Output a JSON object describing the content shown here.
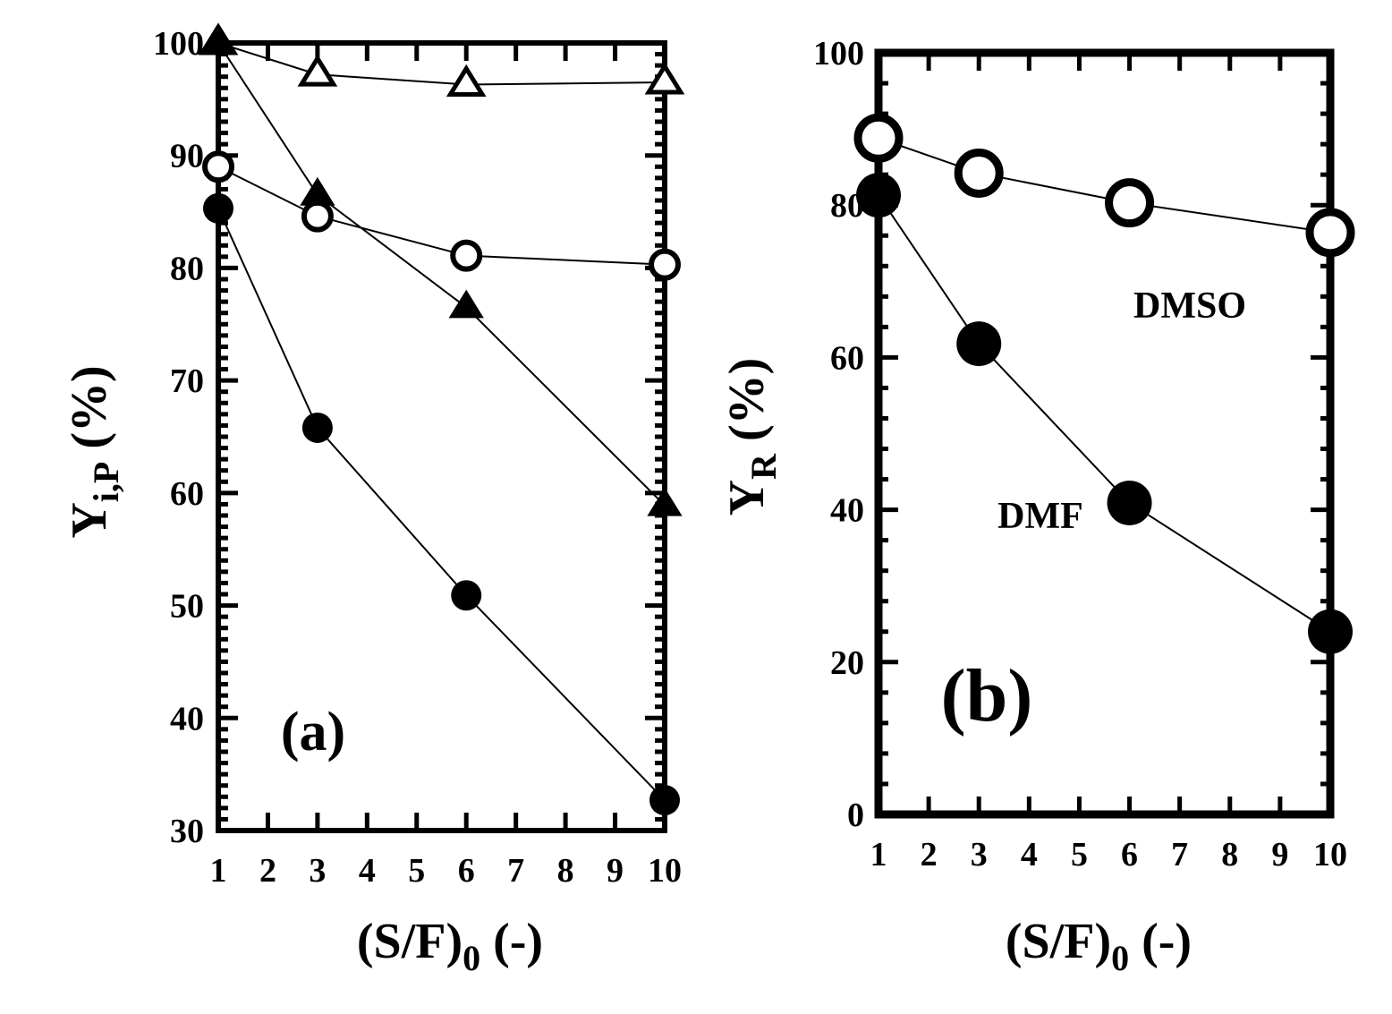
{
  "chart_data": [
    {
      "type": "line",
      "panel_label": "(a)",
      "xlabel": {
        "main": "(S/F)",
        "sub": "0",
        "tail": " (-)"
      },
      "ylabel": {
        "main": "Y",
        "sub": "i,P",
        "tail": " (%)"
      },
      "xlim": [
        1,
        10
      ],
      "ylim": [
        30,
        100
      ],
      "xticks": [
        1,
        2,
        3,
        4,
        5,
        6,
        7,
        8,
        9,
        10
      ],
      "yticks": [
        30,
        40,
        50,
        60,
        70,
        80,
        90,
        100
      ],
      "grid": false,
      "series": [
        {
          "marker": "triangle-open",
          "x": [
            1,
            3,
            6,
            10
          ],
          "y": [
            100,
            97.2,
            96.3,
            96.5
          ]
        },
        {
          "marker": "circle-open",
          "x": [
            1,
            3,
            6,
            10
          ],
          "y": [
            89,
            84.6,
            81.1,
            80.3
          ]
        },
        {
          "marker": "triangle-filled",
          "x": [
            1,
            3,
            6,
            10
          ],
          "y": [
            100,
            86.5,
            76.5,
            58.9
          ]
        },
        {
          "marker": "circle-filled",
          "x": [
            1,
            3,
            6,
            10
          ],
          "y": [
            85.3,
            65.8,
            50.9,
            32.7
          ]
        }
      ]
    },
    {
      "type": "line",
      "panel_label": "(b)",
      "xlabel": {
        "main": "(S/F)",
        "sub": "0",
        "tail": " (-)"
      },
      "ylabel": {
        "main": "Y",
        "sub": "R",
        "tail": " (%)"
      },
      "xlim": [
        1,
        10
      ],
      "ylim": [
        0,
        100
      ],
      "xticks": [
        1,
        2,
        3,
        4,
        5,
        6,
        7,
        8,
        9,
        10
      ],
      "yticks": [
        0,
        20,
        40,
        60,
        80,
        100
      ],
      "grid": false,
      "series": [
        {
          "name": "DMSO",
          "marker": "circle-open",
          "x": [
            1,
            3,
            6,
            10
          ],
          "y": [
            88.8,
            84.2,
            80.3,
            76.4
          ]
        },
        {
          "name": "DMF",
          "marker": "circle-filled",
          "x": [
            1,
            3,
            6,
            10
          ],
          "y": [
            81.3,
            61.8,
            40.9,
            24
          ]
        }
      ]
    }
  ]
}
